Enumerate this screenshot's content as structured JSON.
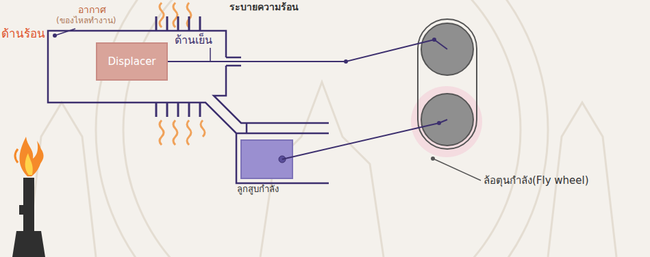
{
  "diagram": {
    "nodes": [
      {
        "text": [
          "Displacer"
        ]
      }
    ],
    "labels": [
      "ระบายความร้อน",
      "อากาศ",
      "(ของไหลทำงาน)",
      "ด้านร้อน",
      "ด้านเย็น",
      "ลูกสูบกำลัง",
      "ล้อตุนกำลัง(Fly wheel)"
    ]
  }
}
